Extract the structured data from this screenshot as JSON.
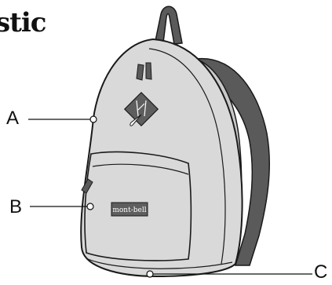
{
  "title_fragment": "stic",
  "callouts": {
    "a": "A",
    "b": "B",
    "c": "C"
  },
  "brand_label": "mont-bell",
  "colors": {
    "body": "#d9d9d9",
    "strap": "#5a5a5a",
    "outline": "#1a1a1a",
    "patch": "#5e5e5e",
    "leader_line": "#111111"
  }
}
